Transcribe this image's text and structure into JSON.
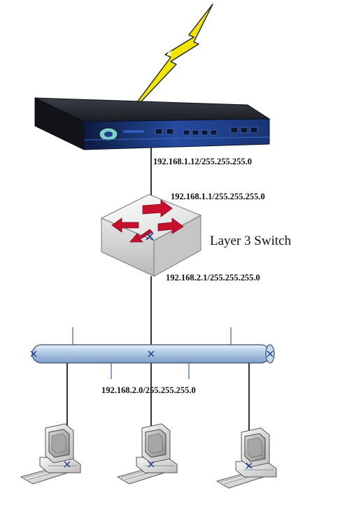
{
  "diagram": {
    "firewall": {
      "icon": "rack-appliance-icon",
      "lightning_icon": "lightning-bolt-icon",
      "wan_ip": "192.168.1.12/255.255.255.0"
    },
    "switch": {
      "name": "Layer 3 Switch",
      "icon": "layer3-switch-icon",
      "uplink_ip": "192.168.1.1/255.255.255.0",
      "downlink_ip": "192.168.2.1/255.255.255.0"
    },
    "lan_bus": {
      "icon": "ethernet-bus-icon",
      "subnet": "192.168.2.0/255.255.255.0"
    },
    "clients": [
      {
        "icon": "desktop-computer-icon"
      },
      {
        "icon": "desktop-computer-icon"
      },
      {
        "icon": "desktop-computer-icon"
      }
    ],
    "colors": {
      "rack_body": "#14181f",
      "rack_face": "#1f3f8c",
      "bolt": "#f2e600",
      "switch_body": "#e0e0e0",
      "arrow": "#c8102e",
      "bus": "#b9cfe6",
      "line": "#000000"
    }
  }
}
